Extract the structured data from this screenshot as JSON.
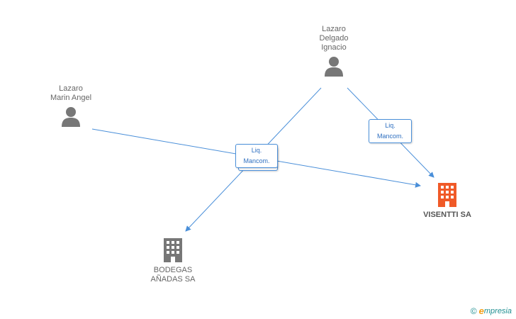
{
  "people": [
    {
      "id": "lazaro-marin-angel",
      "label": "Lazaro\nMarin Angel"
    },
    {
      "id": "lazaro-delgado-ignacio",
      "label": "Lazaro\nDelgado\nIgnacio"
    }
  ],
  "companies": [
    {
      "id": "visentti-sa",
      "label": "VISENTTI SA",
      "highlight": true
    },
    {
      "id": "bodegas-anadas-sa",
      "label": "BODEGAS\nAÑADAS SA",
      "highlight": false
    }
  ],
  "edge_labels": {
    "center": {
      "line1": "Liq.",
      "line2": "Mancom."
    },
    "right": {
      "line1": "Liq.",
      "line2": "Mancom."
    }
  },
  "colors": {
    "edge": "#4a8fd9",
    "person_icon": "#777777",
    "company_icon": "#777777",
    "company_highlight_icon": "#f05a28",
    "brand": "#1f8f91",
    "brand_accent": "#f39c12"
  },
  "footer": {
    "copyright_symbol": "©",
    "brand_first_letter": "e",
    "brand_rest": "mpresia"
  }
}
